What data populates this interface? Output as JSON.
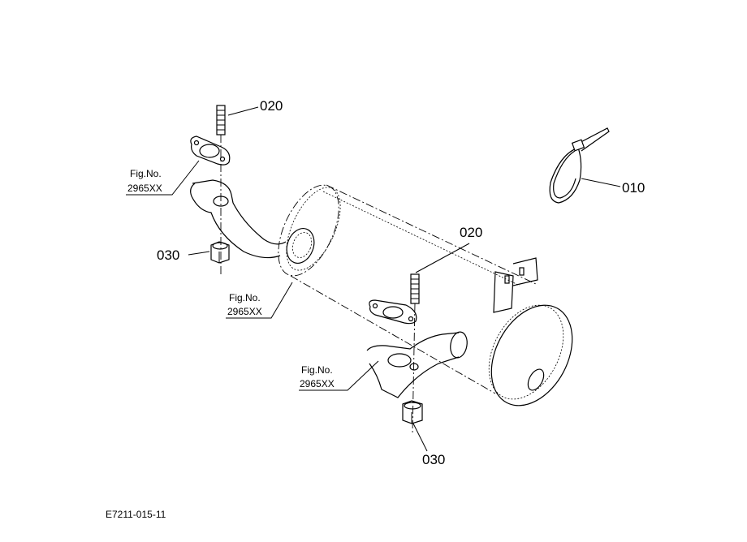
{
  "callouts": {
    "stud_top": "020",
    "stud_mid": "020",
    "tie": "010",
    "nut_left": "030",
    "nut_bottom": "030"
  },
  "fig_refs": [
    {
      "line1": "Fig.No.",
      "line2": "2965XX"
    },
    {
      "line1": "Fig.No.",
      "line2": "2965XX"
    },
    {
      "line1": "Fig.No.",
      "line2": "2965XX"
    }
  ],
  "drawing_code": "E7211-015-11"
}
